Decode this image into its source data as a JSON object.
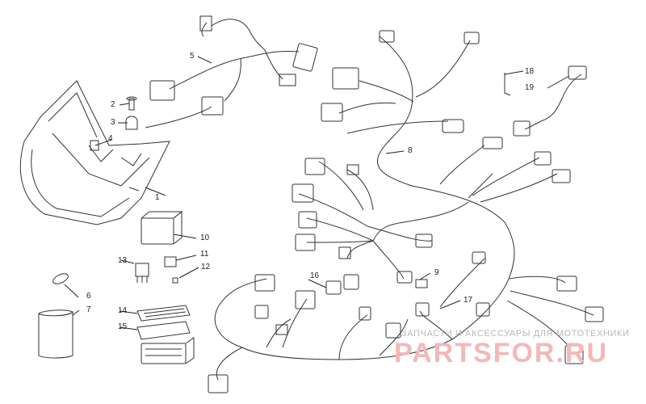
{
  "diagram": {
    "callouts": [
      {
        "id": "c1",
        "label": "1"
      },
      {
        "id": "c2",
        "label": "2"
      },
      {
        "id": "c3",
        "label": "3"
      },
      {
        "id": "c4",
        "label": "4"
      },
      {
        "id": "c5",
        "label": "5"
      },
      {
        "id": "c6",
        "label": "6"
      },
      {
        "id": "c7",
        "label": "7"
      },
      {
        "id": "c8",
        "label": "8"
      },
      {
        "id": "c9",
        "label": "9"
      },
      {
        "id": "c10",
        "label": "10"
      },
      {
        "id": "c11",
        "label": "11"
      },
      {
        "id": "c12",
        "label": "12"
      },
      {
        "id": "c13",
        "label": "13"
      },
      {
        "id": "c14",
        "label": "14"
      },
      {
        "id": "c15",
        "label": "15"
      },
      {
        "id": "c16",
        "label": "16"
      },
      {
        "id": "c17",
        "label": "17"
      },
      {
        "id": "c18",
        "label": "18"
      },
      {
        "id": "c19",
        "label": "19"
      }
    ]
  },
  "watermark": {
    "tagline": "ЗАПЧАСТИ И АКСЕССУАРЫ ДЛЯ МОТОТЕХНИКИ",
    "brand": "PARTSFOR.RU"
  },
  "colors": {
    "line": "#333333",
    "watermark_text": "#b8b8b8",
    "watermark_brand": "#f3b8b8"
  }
}
